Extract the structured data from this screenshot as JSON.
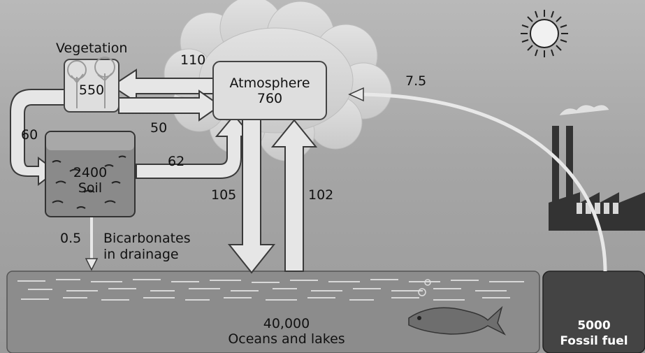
{
  "nodes": {
    "vegetation": {
      "label": "Vegetation",
      "value": "550"
    },
    "atmosphere": {
      "label": "Atmosphere",
      "value": "760"
    },
    "soil": {
      "label": "Soil",
      "value": "2400"
    },
    "oceans": {
      "label": "Oceans and lakes",
      "value": "40,000"
    },
    "fossil": {
      "label": "Fossil fuel",
      "value": "5000"
    }
  },
  "flows": {
    "atm_to_veg": "110",
    "veg_to_atm": "50",
    "veg_to_soil": "60",
    "soil_to_atm": "62",
    "atm_to_ocean": "105",
    "ocean_to_atm": "102",
    "fossil_to_atm": "7.5",
    "soil_to_drainage": "0.5"
  },
  "annotations": {
    "drainage_line1": "Bicarbonates",
    "drainage_line2": "in drainage"
  },
  "colors": {
    "arrow_fill": "#e6e6e6",
    "arrow_edge": "#3a3a3a",
    "box_fill": "#dedede",
    "water": "#8c8c8c",
    "fossil_box": "#444444"
  }
}
